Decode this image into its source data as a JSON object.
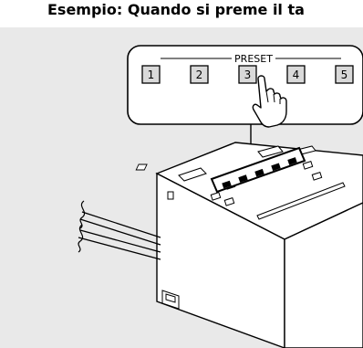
{
  "caption": "Esempio: Quando si preme il ta",
  "preset": {
    "title": "PRESET",
    "buttons": [
      "1",
      "2",
      "3",
      "4",
      "5"
    ],
    "pressed": "3"
  },
  "colors": {
    "panel": "#e9e9e9",
    "line": "#000000",
    "fill": "#ffffff",
    "button": "#d9d9d9"
  }
}
